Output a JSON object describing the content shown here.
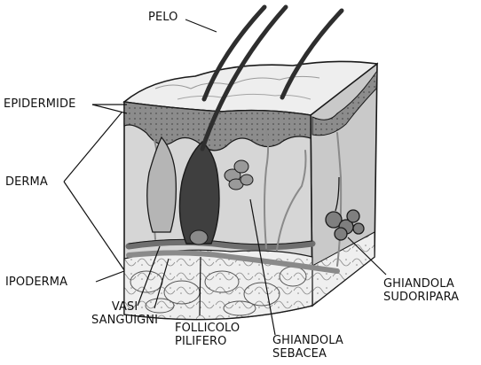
{
  "labels": {
    "pelo": "PELO",
    "epidermide": "EPIDERMIDE",
    "derma": "DERMA",
    "ipoderma": "IPODERMA",
    "vasi_sanguigni": [
      "VASI",
      "SANGUIGNI"
    ],
    "follicolo_pilifero": [
      "FOLLICOLO",
      "PILIFERO"
    ],
    "ghiandola_sebacea": [
      "GHIANDOLA",
      "SEBACEA"
    ],
    "ghiandola_sudoripara": [
      "GHIANDOLA",
      "SUDORIPARA"
    ]
  },
  "colors": {
    "outline": "#1a1a1a",
    "epidermis": "#7a7a7a",
    "dermis": "#d9d9d9",
    "side_face": "#c4c4c4",
    "hypodermis": "#ececec",
    "follicle": "#4a4a4a",
    "vessel": "#6f6f6f",
    "hair": "#2e2e2e"
  }
}
